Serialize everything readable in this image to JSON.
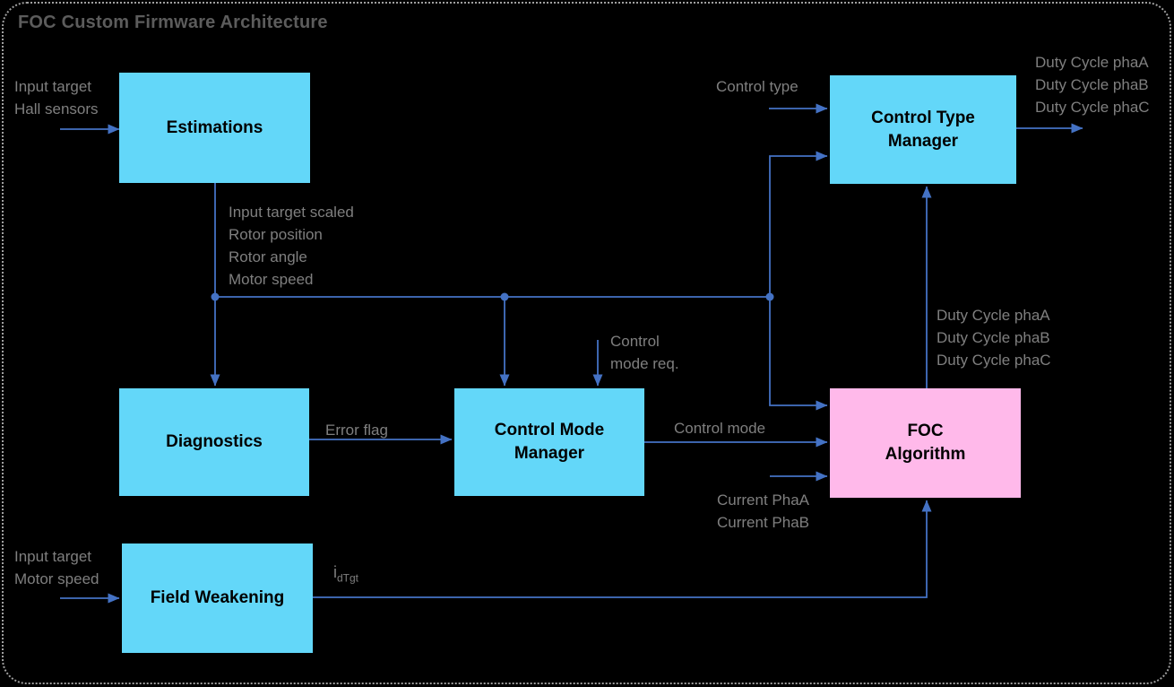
{
  "title": "FOC Custom Firmware Architecture",
  "colors": {
    "background": "#000000",
    "border_dots": "#A0A0A0",
    "box_cyan": "#63D7F9",
    "box_pink": "#FFB9EA",
    "box_text": "#000000",
    "arrow": "#4472C4",
    "label_gray": "#7F7F7F",
    "title_gray": "#5C5C5C"
  },
  "blocks": {
    "estimations": {
      "label": "Estimations"
    },
    "control_type_manager": {
      "label": "Control Type\nManager"
    },
    "diagnostics": {
      "label": "Diagnostics"
    },
    "control_mode_manager": {
      "label": "Control Mode\nManager"
    },
    "foc_algorithm": {
      "label": "FOC\nAlgorithm"
    },
    "field_weakening": {
      "label": "Field Weakening"
    }
  },
  "labels": {
    "estimations_inputs": "Input target\nHall sensors",
    "estimations_outputs": "Input target scaled\nRotor position\nRotor angle\nMotor speed",
    "control_type_input": "Control type",
    "duty_cycle_outputs": "Duty Cycle phaA\nDuty Cycle phaB\nDuty Cycle phaC",
    "control_mode_request": "Control\nmode req.",
    "error_flag": "Error flag",
    "control_mode": "Control mode",
    "duty_cycle_internal": "Duty Cycle phaA\nDuty Cycle phaB\nDuty Cycle phaC",
    "current_inputs": "Current PhaA\nCurrent PhaB",
    "field_weakening_inputs": "Input target\nMotor speed",
    "idtgt_base": "i",
    "idtgt_sub": "dTgt"
  }
}
